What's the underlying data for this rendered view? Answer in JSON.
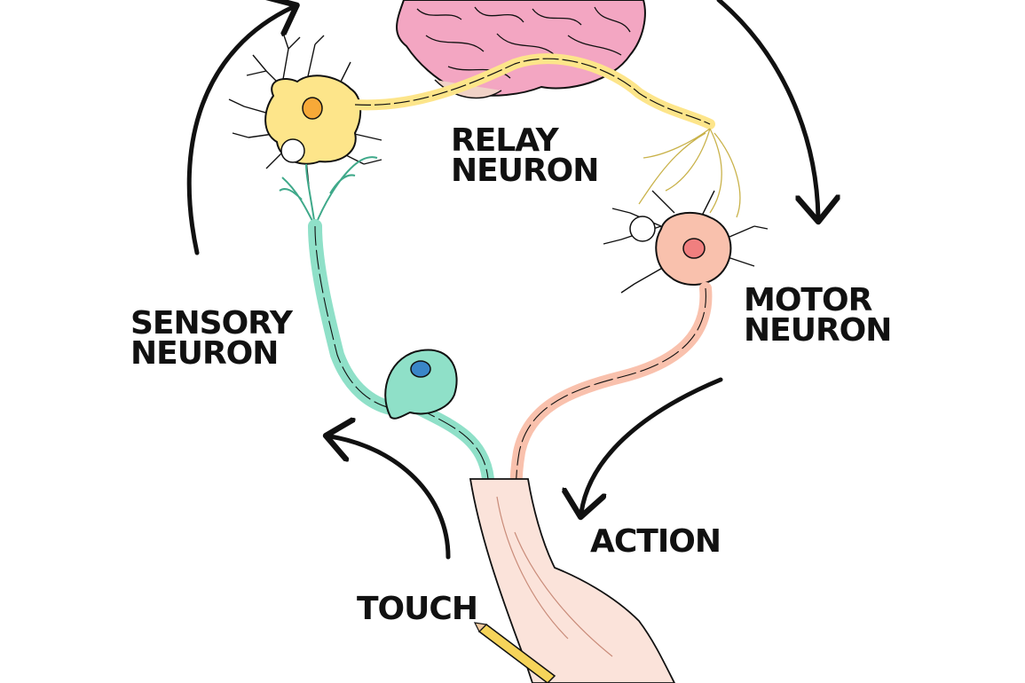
{
  "labels": {
    "relay": {
      "line1": "RELAY",
      "line2": "NEURON"
    },
    "sensory": {
      "line1": "SENSORY",
      "line2": "NEURON"
    },
    "motor": {
      "line1": "MOTOR",
      "line2": "NEURON"
    },
    "action": "ACTION",
    "touch": "TOUCH"
  },
  "colors": {
    "brain": "#f3a6c2",
    "relay_neuron": "#fde58a",
    "sensory_neuron": "#8fe0c8",
    "sensory_nucleus": "#3a86c8",
    "motor_neuron": "#f9c1ad",
    "motor_nucleus": "#f07f7f",
    "relay_nucleus": "#f7a938",
    "skin": "#fbe3da",
    "outline": "#111111"
  }
}
